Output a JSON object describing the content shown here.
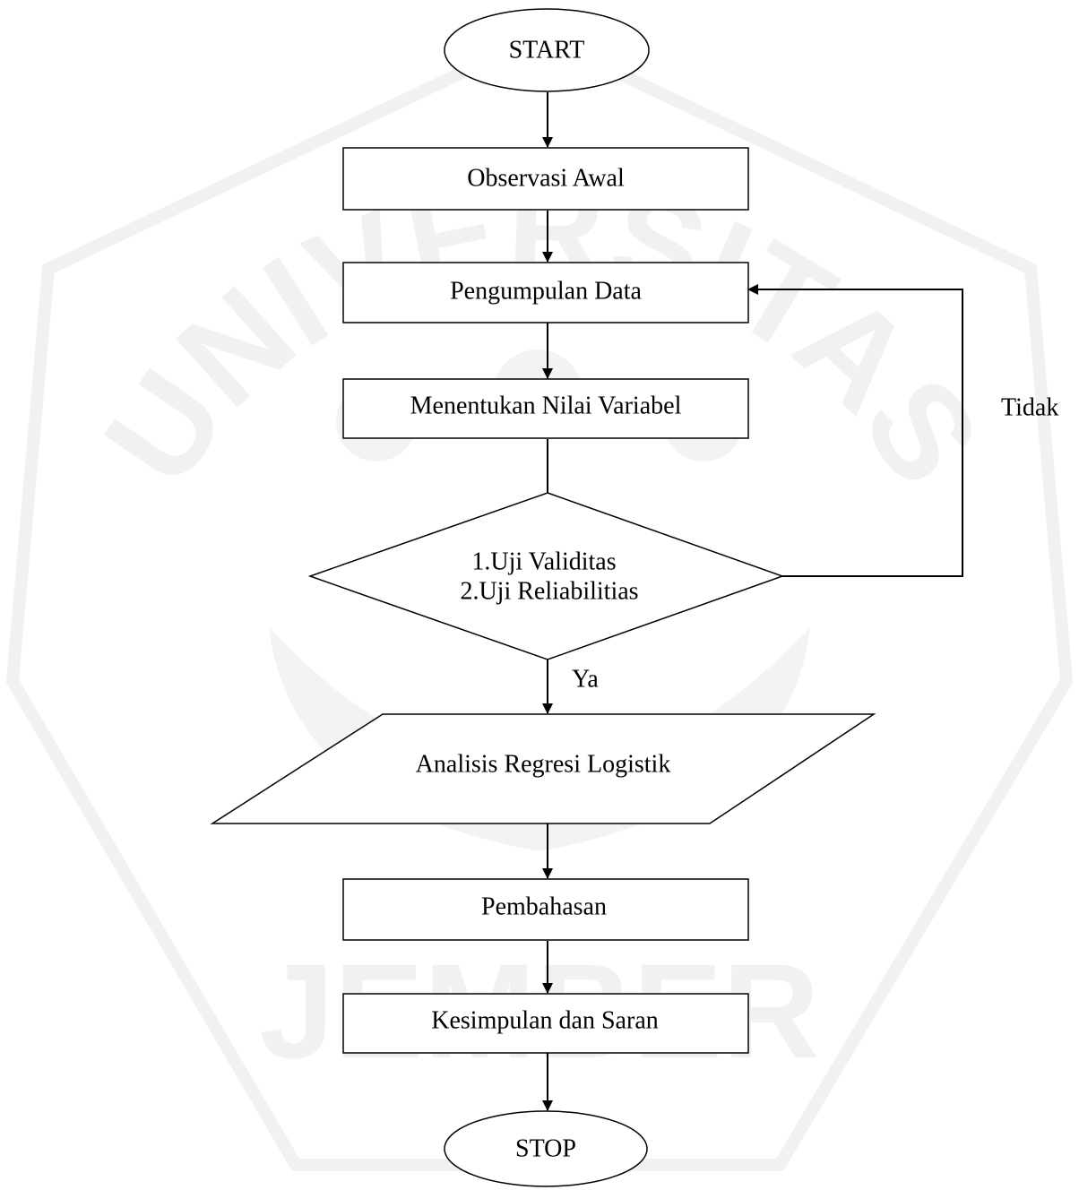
{
  "watermark": {
    "arc_text": "UNIVERSITAS",
    "bottom_text": "JEMBER",
    "color": "#f1f1f1"
  },
  "nodes": {
    "start": "START",
    "observasi": "Observasi Awal",
    "pengumpulan": "Pengumpulan Data",
    "menentukan": "Menentukan Nilai Variabel",
    "uji_validitas": "1.Uji Validitas",
    "uji_reliabilitas": "2.Uji Reliabilitias",
    "analisis": "Analisis Regresi Logistik",
    "pembahasan": "Pembahasan",
    "kesimpulan": "Kesimpulan dan Saran",
    "stop": "STOP"
  },
  "edge_labels": {
    "no": "Tidak",
    "yes": "Ya"
  }
}
